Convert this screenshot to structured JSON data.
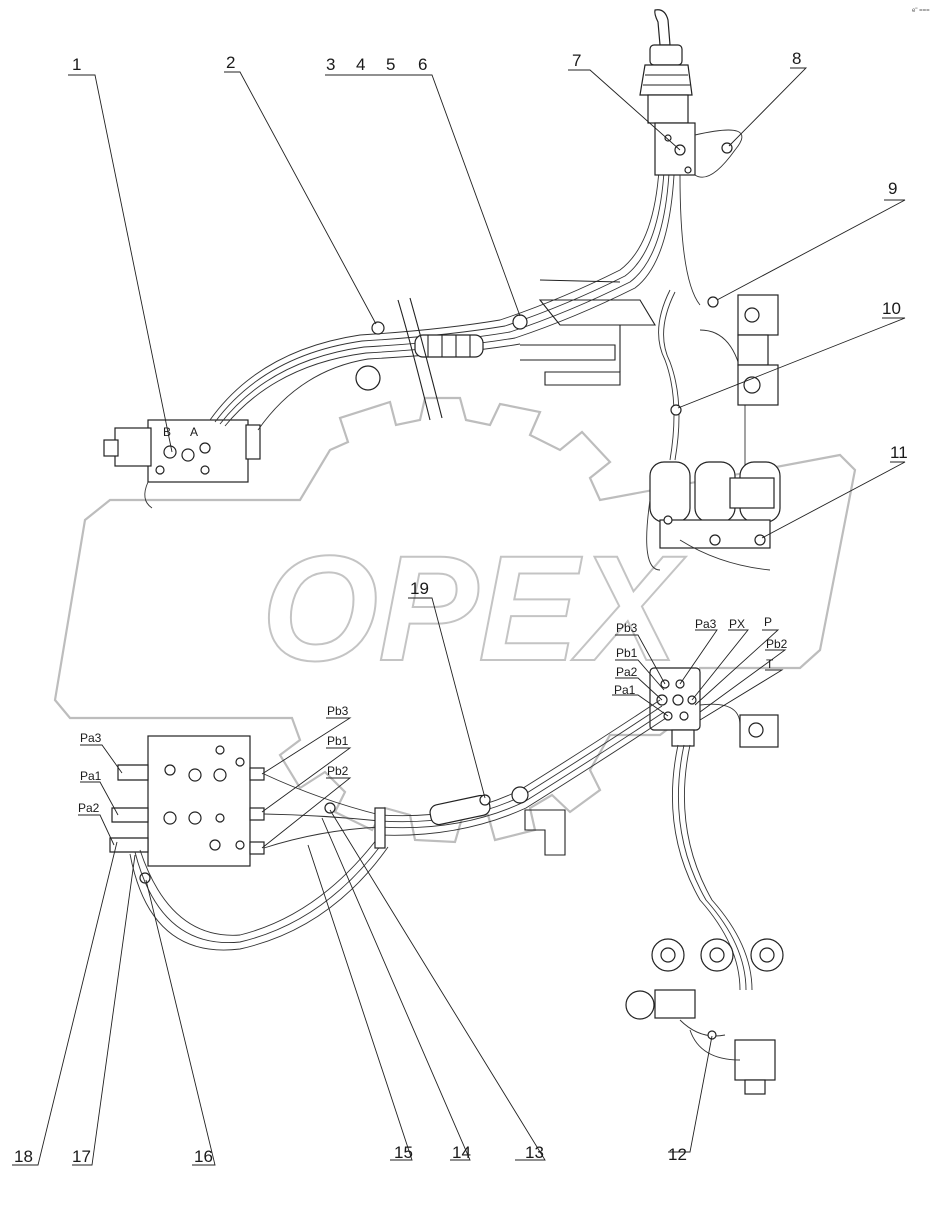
{
  "corner_mark": "e\" ===",
  "watermark_text": "OPEX",
  "callouts": {
    "c1": "1",
    "c2": "2",
    "c3": "3",
    "c4": "4",
    "c5": "5",
    "c6": "6",
    "c7": "7",
    "c8": "8",
    "c9": "9",
    "c10": "10",
    "c11": "11",
    "c12": "12",
    "c13": "13",
    "c14": "14",
    "c15": "15",
    "c16": "16",
    "c17": "17",
    "c18": "18",
    "c19": "19"
  },
  "pilot_valve_ports": {
    "pb3": "Pb3",
    "pb1": "Pb1",
    "pa3": "Pa3",
    "px": "PX",
    "p": "P",
    "pb2": "Pb2",
    "pa2": "Pa2",
    "pa1": "Pa1",
    "t": "T"
  },
  "main_valve_ports": {
    "pa3": "Pa3",
    "pa1": "Pa1",
    "pa2": "Pa2",
    "pb3": "Pb3",
    "pb1": "Pb1",
    "pb2": "Pb2"
  },
  "valve_letters": {
    "b": "B",
    "a": "A"
  }
}
